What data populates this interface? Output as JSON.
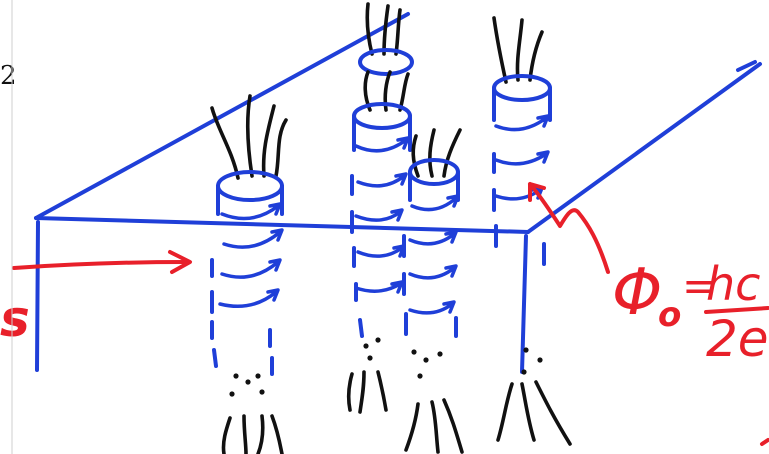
{
  "labels": {
    "flux_quantum_symbol": "Φ",
    "flux_quantum_subscript": "o",
    "equals": "=",
    "numerator": "hc",
    "denominator": "2e",
    "partial_left_letter": "s",
    "partial_edge_digit": "2"
  },
  "colors": {
    "ink_blue": "#1f3fd8",
    "ink_red": "#e8202a",
    "ink_black": "#111111"
  }
}
